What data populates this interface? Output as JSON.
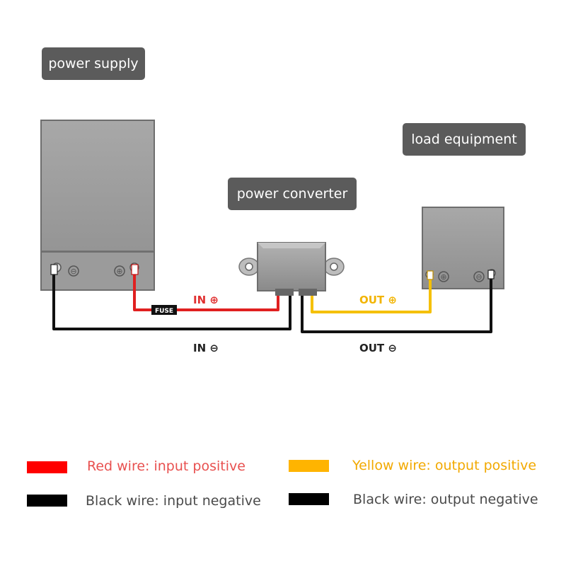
{
  "labels": {
    "power_supply": "power supply",
    "load_equipment": "load equipment",
    "power_converter": "power converter"
  },
  "wires": {
    "in_positive": "IN ⊕",
    "in_negative": "IN ⊖",
    "out_positive": "OUT ⊕",
    "out_negative": "OUT ⊖",
    "fuse": "FUSE"
  },
  "terminals": {
    "negative": "⊖",
    "positive": "⊕"
  },
  "legend": [
    {
      "text": "Red wire: input positive",
      "color": "#ff0000",
      "text_color": "#e8504f"
    },
    {
      "text": "Black wire: input negative",
      "color": "#000000",
      "text_color": "#4a4a4a"
    },
    {
      "text": "Yellow wire: output positive",
      "color": "#ffb400",
      "text_color": "#f2a900"
    },
    {
      "text": "Black wire: output negative",
      "color": "#000000",
      "text_color": "#4a4a4a"
    }
  ],
  "colors": {
    "label_bg": "#5b5b5b",
    "device_gray": "#9a9a9a",
    "red_wire": "#e02020",
    "yellow_wire": "#f5c000",
    "black_wire": "#111111"
  }
}
